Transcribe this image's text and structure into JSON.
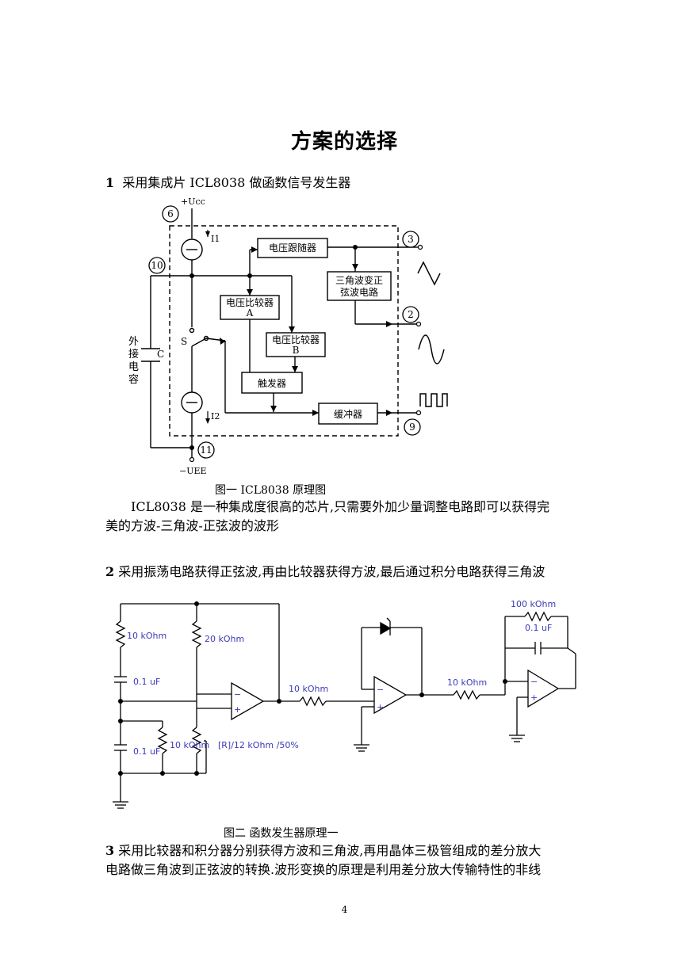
{
  "page": {
    "title": "方案的选择",
    "page_number": "4"
  },
  "section1": {
    "number": "1",
    "heading": "采用集成片 ICL8038 做函数信号发生器",
    "caption": "图一   ICL8038 原理图",
    "para_line1": "ICL8038 是一种集成度很高的芯片,只需要外加少量调整电路即可以获得完",
    "para_line2": "美的方波-三角波-正弦波的波形",
    "diagram": {
      "ucc": "+Ucc",
      "uee": "−UEE",
      "pin6": "6",
      "pin10": "10",
      "pin3": "3",
      "pin2": "2",
      "pin9": "9",
      "pin11": "11",
      "i1": "I1",
      "i2": "I2",
      "s": "S",
      "c": "C",
      "ext_cap": [
        "外",
        "接",
        "电",
        "容"
      ],
      "follower": "电压跟随器",
      "comp_a": [
        "电压比较器",
        "A"
      ],
      "comp_b": [
        "电压比较器",
        "B"
      ],
      "sine_conv": [
        "三角波变正",
        "弦波电路"
      ],
      "trigger": "触发器",
      "buffer": "缓冲器"
    }
  },
  "section2": {
    "number": "2",
    "heading": "采用振荡电路获得正弦波,再由比较器获得方波,最后通过积分电路获得三角波",
    "caption": "图二   函数发生器原理一",
    "schematic": {
      "r1": "10 kOhm",
      "r2": "20 kOhm",
      "c1": "0.1 uF",
      "c2": "0.1 uF",
      "r3": "10 kOhm",
      "pot": "[R]/12 kOhm /50%",
      "r4": "10 kOhm",
      "r5": "10 kOhm",
      "rf": "100 kOhm",
      "cf": "0.1 uF"
    }
  },
  "section3": {
    "number": "3",
    "line1": "采用比较器和积分器分别获得方波和三角波,再用晶体三极管组成的差分放大",
    "line2": "电路做三角波到正弦波的转换.波形变换的原理是利用差分放大传输特性的非线"
  }
}
